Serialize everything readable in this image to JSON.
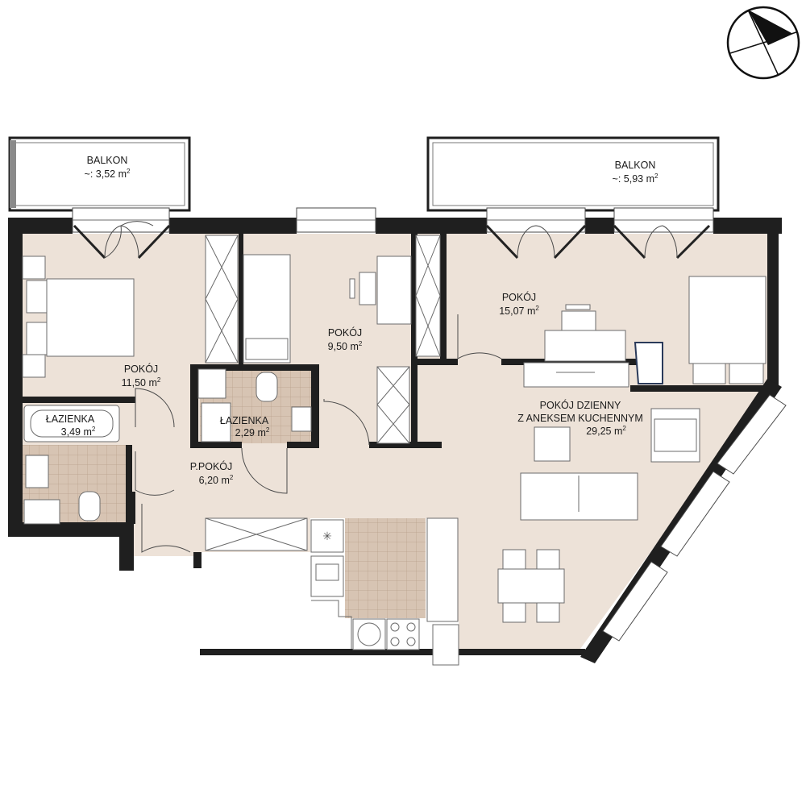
{
  "compass": {
    "icon": "north-arrow-icon"
  },
  "balconies": [
    {
      "name": "BALKON",
      "area": "~: 3,52 m",
      "sup": "2"
    },
    {
      "name": "BALKON",
      "area": "~: 5,93 m",
      "sup": "2"
    }
  ],
  "rooms": [
    {
      "name": "POKÓJ",
      "area": "11,50 m",
      "sup": "2"
    },
    {
      "name": "POKÓJ",
      "area": "9,50 m",
      "sup": "2"
    },
    {
      "name": "POKÓJ",
      "area": "15,07 m",
      "sup": "2"
    },
    {
      "name": "POKÓJ DZIENNY",
      "name2": "Z ANEKSEM KUCHENNYM",
      "area": "29,25 m",
      "sup": "2"
    },
    {
      "name": "ŁAZIENKA",
      "area": "3,49 m",
      "sup": "2"
    },
    {
      "name": "ŁAZIENKA",
      "area": "2,29 m",
      "sup": "2"
    },
    {
      "name": "P.POKÓJ",
      "area": "6,20 m",
      "sup": "2"
    }
  ],
  "colors": {
    "floor": "#ede2d8",
    "tile": "#d7c4b3",
    "wall": "#1f1f1f"
  }
}
